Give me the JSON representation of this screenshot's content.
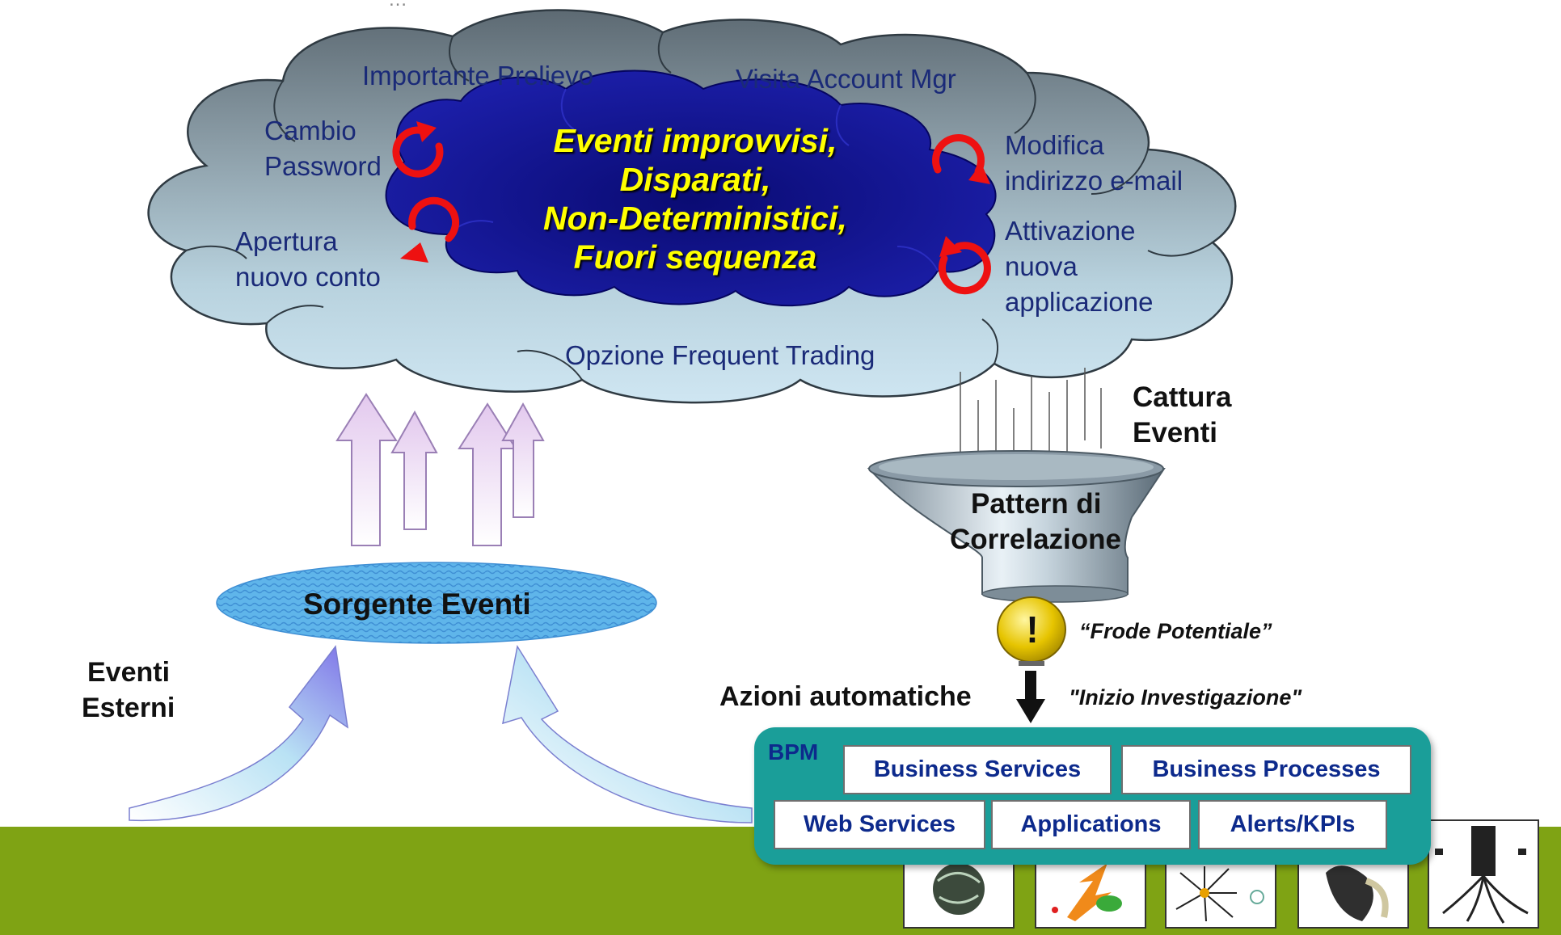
{
  "top_text": "…",
  "cloud": {
    "outer_labels": {
      "importante_prelievo": "Importante Prelievo",
      "visita_account_mgr": "Visita Account Mgr",
      "cambio": "Cambio",
      "password": "Password",
      "modifica": "Modifica",
      "indirizzo_email": "indirizzo e-mail",
      "apertura": "Apertura",
      "nuovo_conto": "nuovo conto",
      "attivazione": "Attivazione",
      "nuova": "nuova",
      "applicazione": "applicazione",
      "opzione_frequent_trading": "Opzione Frequent Trading"
    },
    "core_lines": [
      "Eventi improvvisi,",
      "Disparati,",
      "Non-Deterministici,",
      "Fuori sequenza"
    ]
  },
  "source": {
    "label": "Sorgente Eventi",
    "external_line1": "Eventi",
    "external_line2": "Esterni"
  },
  "capture": {
    "line1": "Cattura",
    "line2": "Eventi"
  },
  "funnel": {
    "line1": "Pattern di",
    "line2": "Correlazione"
  },
  "alert": {
    "symbol": "!",
    "quote": "“Frode Potentiale”"
  },
  "actions": {
    "label": "Azioni automatiche",
    "quote": "\"Inizio Investigazione\""
  },
  "bpm": {
    "tag": "BPM",
    "services": [
      "Business Services",
      "Business Processes",
      "Web Services",
      "Applications",
      "Alerts/KPIs"
    ]
  },
  "colors": {
    "ground": "#7fa314",
    "bpm_box": "#1a9e99",
    "core_cloud": "#0d0f8a",
    "core_text": "#ffff00",
    "label_text": "#1a2a78",
    "cycle_arrow": "#ee1111"
  },
  "icons": [
    "globe-icon",
    "lightning-icon",
    "network-burst-icon",
    "figure-icon",
    "server-tree-icon"
  ]
}
